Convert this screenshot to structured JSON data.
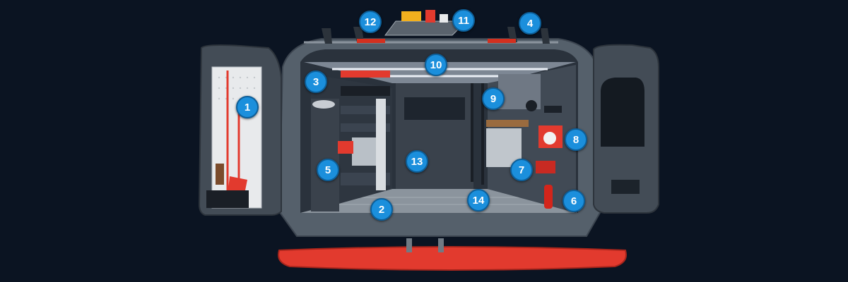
{
  "colors": {
    "background": "#0b1422",
    "marker_fill": "#1b8fdc",
    "marker_text": "#ffffff",
    "van_body": "#55606b",
    "accent_red": "#e23a2e"
  },
  "markers": [
    {
      "id": "1",
      "label": "1"
    },
    {
      "id": "2",
      "label": "2"
    },
    {
      "id": "3",
      "label": "3"
    },
    {
      "id": "4",
      "label": "4"
    },
    {
      "id": "5",
      "label": "5"
    },
    {
      "id": "6",
      "label": "6"
    },
    {
      "id": "7",
      "label": "7"
    },
    {
      "id": "8",
      "label": "8"
    },
    {
      "id": "9",
      "label": "9"
    },
    {
      "id": "10",
      "label": "10"
    },
    {
      "id": "11",
      "label": "11"
    },
    {
      "id": "12",
      "label": "12"
    },
    {
      "id": "13",
      "label": "13"
    },
    {
      "id": "14",
      "label": "14"
    }
  ]
}
